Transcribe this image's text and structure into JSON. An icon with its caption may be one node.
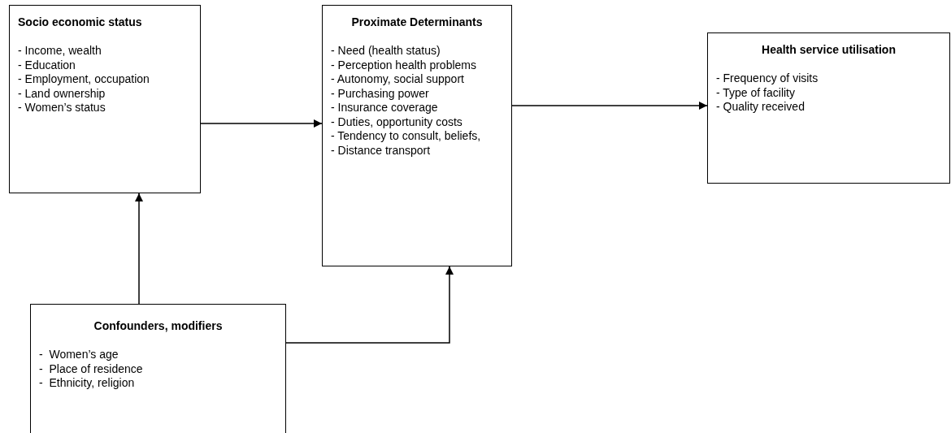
{
  "diagram": {
    "nodes": [
      {
        "text": [
          "Socio economic status",
          "- Income, wealth",
          "- Education",
          "- Employment, occupation",
          "- Land ownership",
          "- Women’s status"
        ]
      },
      {
        "text": [
          "Proximate Determinants",
          "- Need (health status)",
          "- Perception health problems",
          "- Autonomy, social support",
          "- Purchasing power",
          "- Insurance coverage",
          "- Duties, opportunity costs",
          "- Tendency to consult, beliefs,",
          "- Distance transport"
        ]
      },
      {
        "text": [
          "Health service utilisation",
          "- Frequency of visits",
          "- Type of facility",
          "- Quality received"
        ]
      },
      {
        "text": [
          "Confounders, modifiers",
          "-  Women’s age",
          "-  Place of residence",
          "-  Ethnicity, religion"
        ]
      }
    ],
    "edges": [
      {
        "from": 0,
        "to": 1,
        "arrow": "to"
      },
      {
        "from": 1,
        "to": 2,
        "arrow": "to"
      },
      {
        "from": 3,
        "to": 0,
        "arrow": "to"
      },
      {
        "from": 3,
        "to": 1,
        "arrow": "to"
      }
    ]
  }
}
